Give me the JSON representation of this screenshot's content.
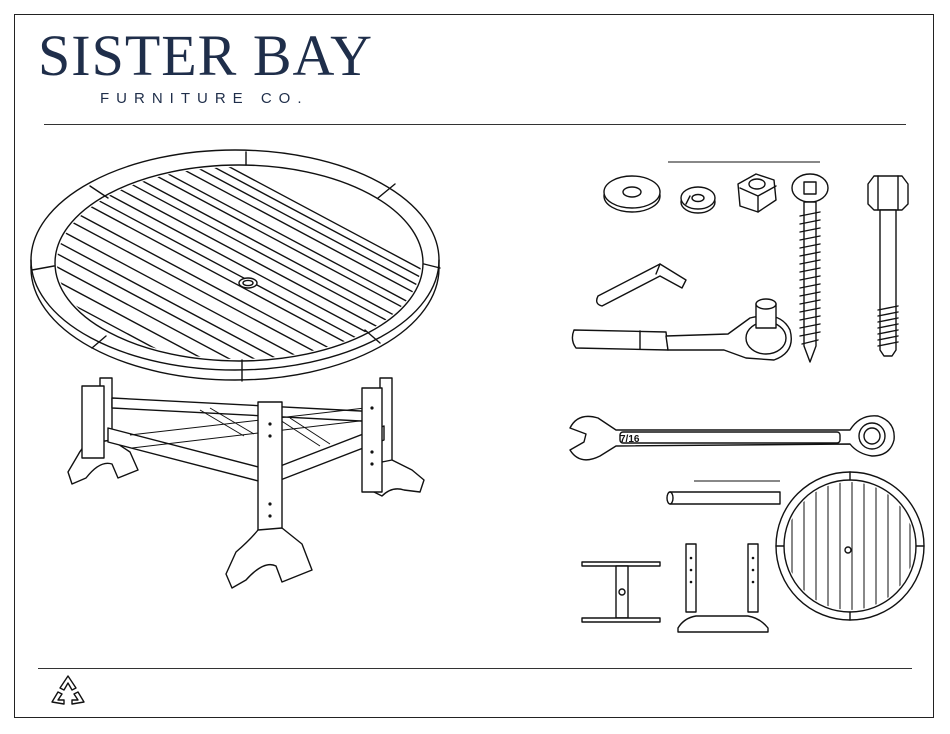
{
  "brand": {
    "name": "SISTER BAY",
    "subtitle": "FURNITURE CO."
  },
  "hardware": {
    "wrench_size": "7/16"
  },
  "icons": {
    "footer": "recycle-icon"
  }
}
